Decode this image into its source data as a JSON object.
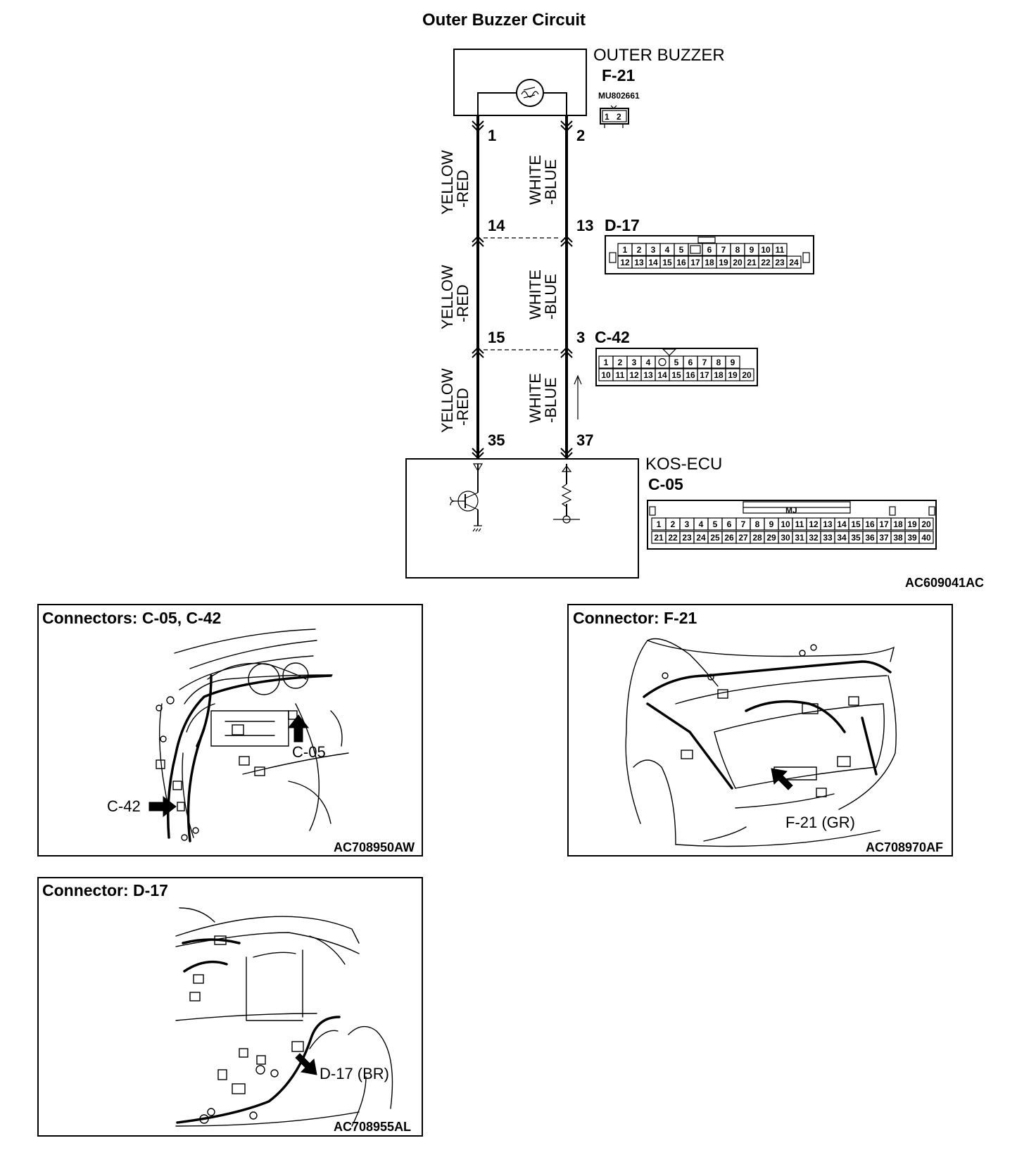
{
  "title": "Outer Buzzer Circuit",
  "components": {
    "buzzer": {
      "name": "OUTER BUZZER",
      "connector": "F-21",
      "part_no": "MU802661",
      "pins": [
        "1",
        "2"
      ]
    },
    "ecu": {
      "name": "KOS-ECU",
      "connector": "C-05",
      "tab_label": "MJ"
    }
  },
  "wires": {
    "left_color": [
      "YELLOW",
      "-RED"
    ],
    "right_color": [
      "WHITE",
      "-BLUE"
    ]
  },
  "pins": {
    "f21_left": "1",
    "f21_right": "2",
    "d17_left": "14",
    "d17_right": "13",
    "c42_left": "15",
    "c42_right": "3",
    "c05_left": "35",
    "c05_right": "37"
  },
  "connectors": {
    "d17": {
      "name": "D-17",
      "row1": [
        "1",
        "2",
        "3",
        "4",
        "5",
        "",
        "6",
        "7",
        "8",
        "9",
        "10",
        "11"
      ],
      "row2": [
        "12",
        "13",
        "14",
        "15",
        "16",
        "17",
        "18",
        "19",
        "20",
        "21",
        "22",
        "23",
        "24"
      ]
    },
    "c42": {
      "name": "C-42",
      "row1": [
        "1",
        "2",
        "3",
        "4",
        "",
        "5",
        "6",
        "7",
        "8",
        "9"
      ],
      "row2": [
        "10",
        "11",
        "12",
        "13",
        "14",
        "15",
        "16",
        "17",
        "18",
        "19",
        "20"
      ]
    },
    "c05": {
      "row1": [
        "1",
        "2",
        "3",
        "4",
        "5",
        "6",
        "7",
        "8",
        "9",
        "10",
        "11",
        "12",
        "13",
        "14",
        "15",
        "16",
        "17",
        "18",
        "19",
        "20"
      ],
      "row2": [
        "21",
        "22",
        "23",
        "24",
        "25",
        "26",
        "27",
        "28",
        "29",
        "30",
        "31",
        "32",
        "33",
        "34",
        "35",
        "36",
        "37",
        "38",
        "39",
        "40"
      ]
    }
  },
  "diagram_code": "AC609041AC",
  "panels": {
    "c05_c42": {
      "title": "Connectors: C-05, C-42",
      "callout_c05": "C-05",
      "callout_c42": "C-42",
      "code": "AC708950AW"
    },
    "f21": {
      "title": "Connector: F-21",
      "callout": "F-21 (GR)",
      "code": "AC708970AF"
    },
    "d17": {
      "title": "Connector: D-17",
      "callout": "D-17 (BR)",
      "code": "AC708955AL"
    }
  }
}
